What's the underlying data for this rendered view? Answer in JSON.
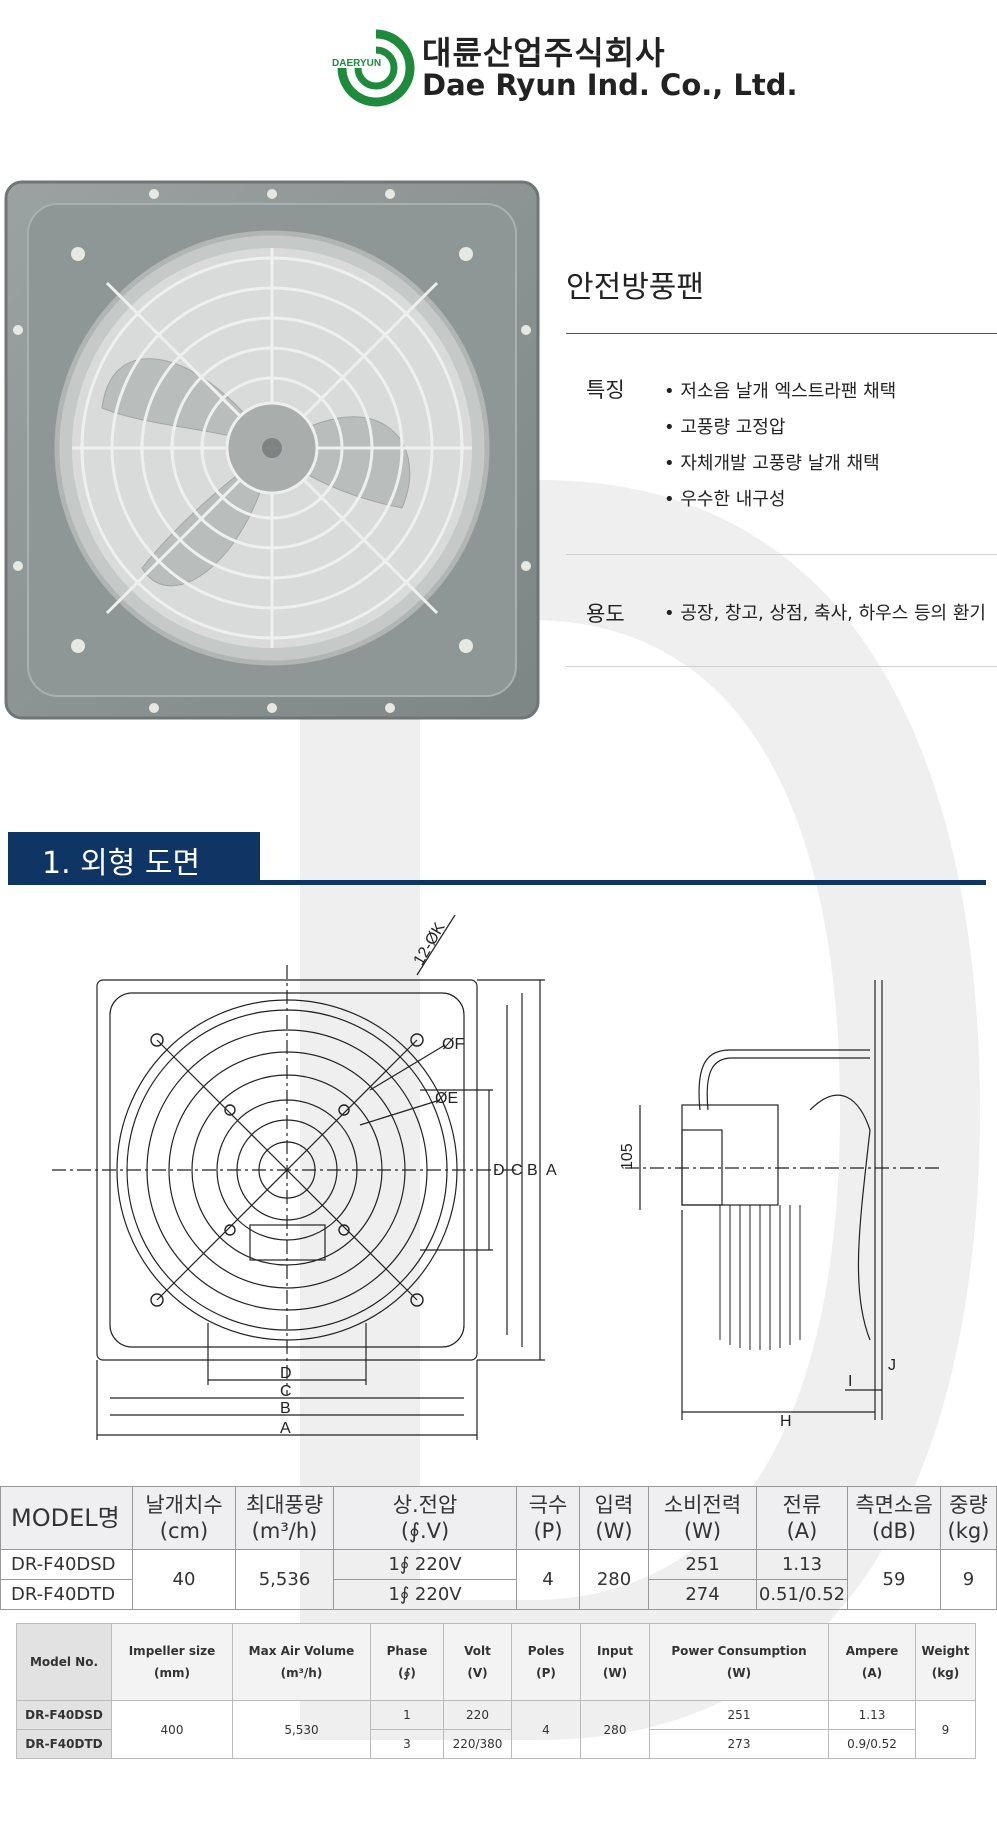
{
  "brand": {
    "name_ko": "대륜산업주식회사",
    "name_en": "Dae Ryun Ind. Co., Ltd.",
    "logo_text": "DAERYUN",
    "logo_color": "#1e8a3c"
  },
  "product": {
    "name": "안전방풍팬",
    "features_label": "특징",
    "features": [
      "• 저소음 날개 엑스트라팬 채택",
      "• 고풍량 고정압",
      "• 자체개발 고풍량 날개 채택",
      "• 우수한 내구성"
    ],
    "use_label": "용도",
    "use": "• 공장, 창고, 상점, 축사, 하우스 등의 환기"
  },
  "section": {
    "title": "1. 외형 도면",
    "color": "#0f3564"
  },
  "drawing": {
    "labels": {
      "k": "12-ØK",
      "f": "ØF",
      "e": "ØE",
      "a": "A",
      "b": "B",
      "c": "C",
      "d": "D",
      "h": "H",
      "i": "I",
      "j": "J",
      "dim105": "105"
    }
  },
  "table_ko": {
    "headers": [
      [
        "MODEL명",
        ""
      ],
      [
        "날개치수",
        "(cm)"
      ],
      [
        "최대풍량",
        "(m³/h)"
      ],
      [
        "상.전압",
        "(∮.V)"
      ],
      [
        "극수",
        "(P)"
      ],
      [
        "입력",
        "(W)"
      ],
      [
        "소비전력",
        "(W)"
      ],
      [
        "전류",
        "(A)"
      ],
      [
        "측면소음",
        "(dB)"
      ],
      [
        "중량",
        "(kg)"
      ]
    ],
    "rows": [
      {
        "model": "DR-F40DSD",
        "size": "40",
        "air": "5,536",
        "phase": "1∮ 220V",
        "poles": "4",
        "input": "280",
        "power": "251",
        "ampere": "1.13",
        "noise": "59",
        "weight": "9"
      },
      {
        "model": "DR-F40DTD",
        "phase": "1∮ 220V",
        "power": "274",
        "ampere": "0.51/0.52"
      }
    ]
  },
  "table_en": {
    "headers": [
      [
        "Model No.",
        ""
      ],
      [
        "Impeller size",
        "(mm)"
      ],
      [
        "Max Air Volume",
        "(m³/h)"
      ],
      [
        "Phase",
        "(∮)"
      ],
      [
        "Volt",
        "(V)"
      ],
      [
        "Poles",
        "(P)"
      ],
      [
        "Input",
        "(W)"
      ],
      [
        "Power Consumption",
        "(W)"
      ],
      [
        "Ampere",
        "(A)"
      ],
      [
        "Weight",
        "(kg)"
      ]
    ],
    "rows": [
      {
        "model": "DR-F40DSD",
        "size": "400",
        "air": "5,530",
        "phase": "1",
        "volt": "220",
        "poles": "4",
        "input": "280",
        "power": "251",
        "ampere": "1.13",
        "weight": "9"
      },
      {
        "model": "DR-F40DTD",
        "phase": "3",
        "volt": "220/380",
        "power": "273",
        "ampere": "0.9/0.52"
      }
    ]
  }
}
